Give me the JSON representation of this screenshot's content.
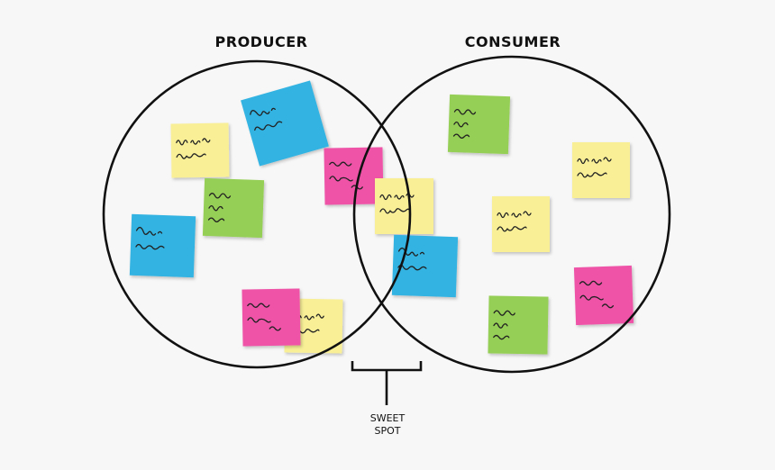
{
  "diagram": {
    "sets": [
      {
        "id": "producer",
        "label": "PRODUCER"
      },
      {
        "id": "consumer",
        "label": "CONSUMER"
      }
    ],
    "intersection_label_lines": [
      "SWEET",
      "SPOT"
    ]
  },
  "note_colors": {
    "yellow": "#f8ef97",
    "green": "#96cf55",
    "blue": "#33b3e2",
    "pink": "#ee53a8"
  },
  "notes": [
    {
      "color": "yellow",
      "region": "producer"
    },
    {
      "color": "blue",
      "region": "producer"
    },
    {
      "color": "green",
      "region": "producer"
    },
    {
      "color": "blue",
      "region": "producer"
    },
    {
      "color": "yellow",
      "region": "producer"
    },
    {
      "color": "pink",
      "region": "producer"
    },
    {
      "color": "pink",
      "region": "intersection"
    },
    {
      "color": "yellow",
      "region": "intersection"
    },
    {
      "color": "blue",
      "region": "intersection"
    },
    {
      "color": "green",
      "region": "consumer"
    },
    {
      "color": "yellow",
      "region": "consumer"
    },
    {
      "color": "yellow",
      "region": "consumer"
    },
    {
      "color": "pink",
      "region": "consumer"
    },
    {
      "color": "green",
      "region": "consumer"
    }
  ]
}
